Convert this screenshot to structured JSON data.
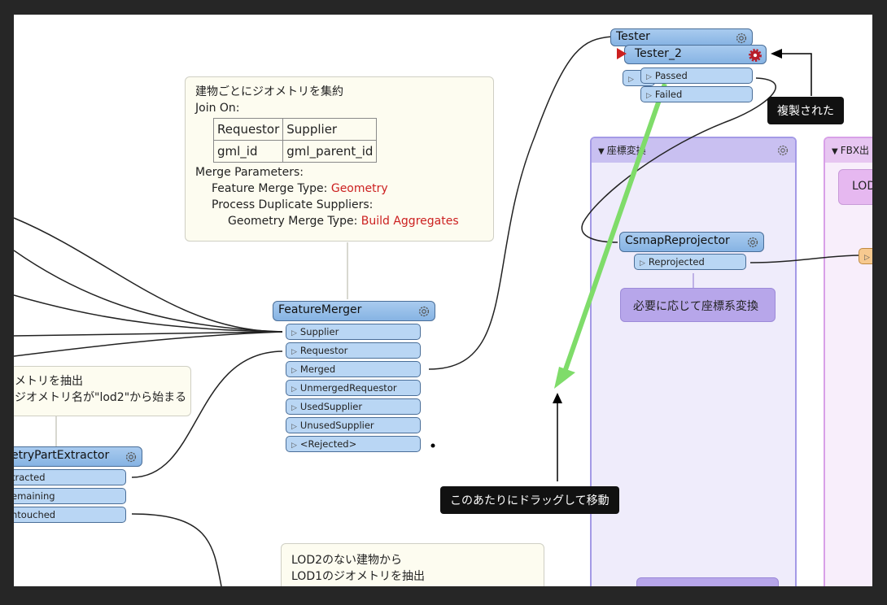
{
  "bookmarks": {
    "coord": {
      "title": "座標変換",
      "color": "#a49ae6"
    },
    "fbx": {
      "title": "FBX出",
      "color": "#d8a0e8"
    }
  },
  "notes": {
    "merge_note": {
      "title": "建物ごとにジオメトリを集約",
      "join_on": "Join On:",
      "table_header": [
        "Requestor",
        "Supplier"
      ],
      "table_row": [
        "gml_id",
        "gml_parent_id"
      ],
      "merge_params": "Merge Parameters:",
      "feature_merge_label": "Feature Merge Type:",
      "feature_merge_value": "Geometry",
      "process_dup": "Process Duplicate Suppliers:",
      "geom_merge_label": "Geometry Merge Type:",
      "geom_merge_value": "Build Aggregates"
    },
    "extract_note": {
      "line1": "メトリを抽出",
      "line2": "ジオメトリ名が\"lod2\"から始まる"
    },
    "lod_note": {
      "line1": "LOD2のない建物から",
      "line2": "LOD1のジオメトリを抽出"
    }
  },
  "transformers": {
    "feature_merger": {
      "name": "FeatureMerger",
      "inputs": [
        "Supplier",
        "Requestor"
      ],
      "outputs": [
        "Merged",
        "UnmergedRequestor",
        "UsedSupplier",
        "UnusedSupplier",
        "<Rejected>"
      ]
    },
    "extractor": {
      "name": "etryPartExtractor",
      "outputs": [
        "tracted",
        "emaining",
        "ntouched"
      ]
    },
    "tester": {
      "name": "Tester"
    },
    "tester2": {
      "name": "Tester_2",
      "outputs": [
        "Passed",
        "Failed"
      ]
    },
    "csmap": {
      "name": "CsmapReprojector",
      "outputs": [
        "Reprojected"
      ]
    }
  },
  "boxes": {
    "reproject_note": "必要に応じて座標系変換",
    "lod_pink": "LOD"
  },
  "annotations": {
    "duplicated": "複製された",
    "drag_move": "このあたりにドラッグして移動"
  },
  "colors": {
    "drag_arrow": "#7fdc6a",
    "port_fill": "#b9d6f4",
    "header_fill": "#96bfea",
    "rejected_icon": "#cc2020"
  }
}
